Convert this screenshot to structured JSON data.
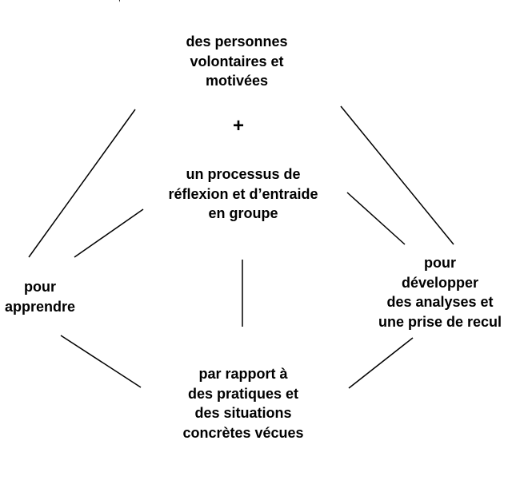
{
  "diagram": {
    "nodes": {
      "top": [
        "des personnes",
        "volontaires et",
        "motivées"
      ],
      "middle": [
        "un processus de",
        "réflexion et d’entraide",
        "en groupe"
      ],
      "left": [
        "pour",
        "apprendre"
      ],
      "right": [
        "pour",
        "développer",
        "des analyses et",
        "une prise de recul"
      ],
      "bottom": [
        "par rapport à",
        "des pratiques et",
        "des situations",
        "concrètes vécues"
      ]
    },
    "operator": "+",
    "colors": {
      "text": "#000000",
      "lines": "#000000",
      "background": "#ffffff"
    }
  }
}
